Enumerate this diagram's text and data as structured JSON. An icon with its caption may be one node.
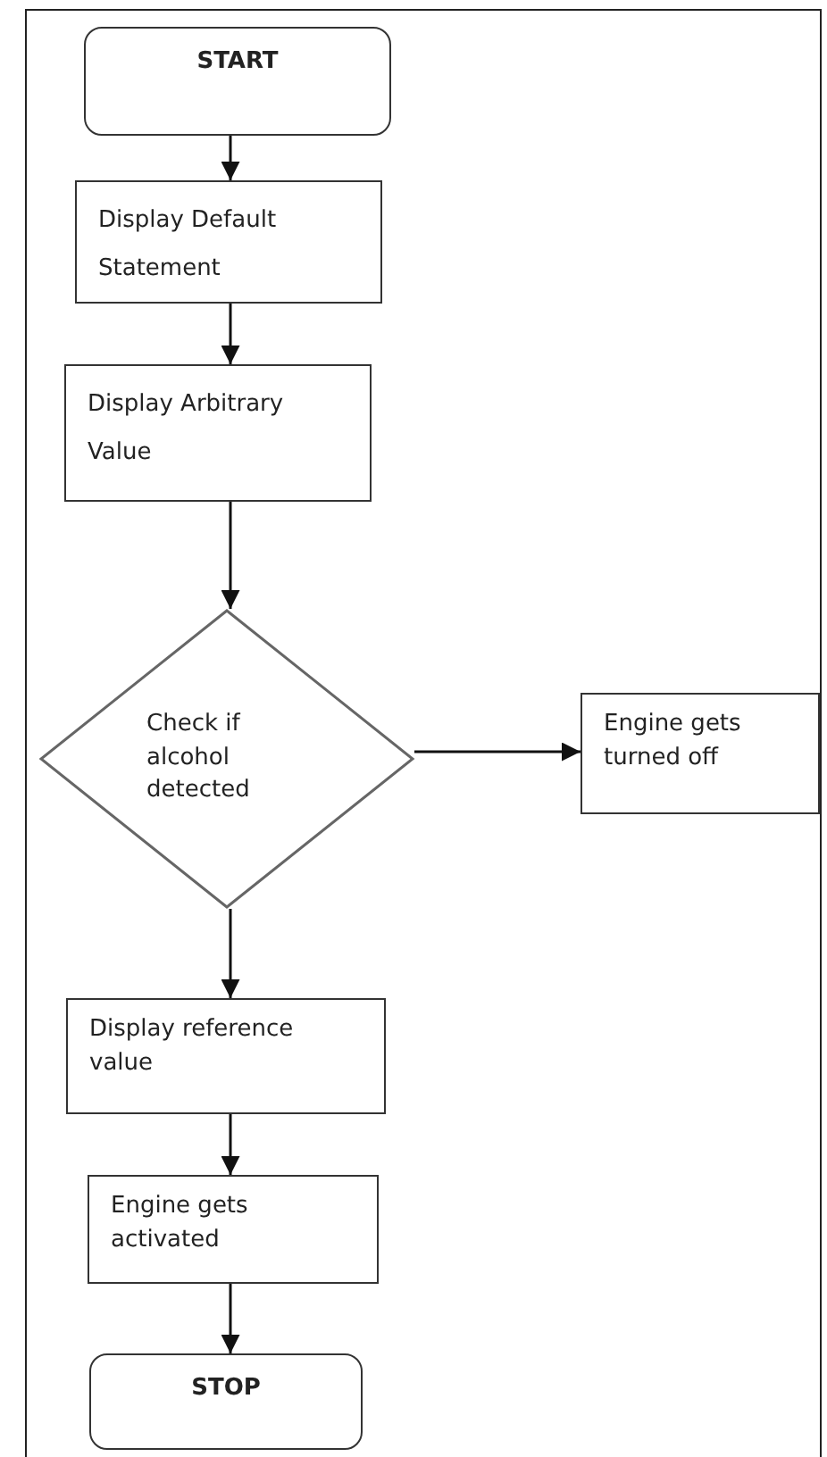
{
  "diagram": {
    "nodes": [
      {
        "text": [
          "START"
        ]
      },
      {
        "text": [
          "Display Default Statement"
        ]
      },
      {
        "text": [
          "Display Arbitrary Value"
        ]
      },
      {
        "text": [
          "Check if alcohol detected"
        ]
      },
      {
        "text": [
          "Engine gets turned off"
        ]
      },
      {
        "text": [
          "Display reference value"
        ]
      },
      {
        "text": [
          "Engine gets activated"
        ]
      },
      {
        "text": [
          "STOP"
        ]
      }
    ],
    "edges": [
      {
        "from": 0,
        "to": 1,
        "arrow": "to"
      },
      {
        "from": 1,
        "to": 2,
        "arrow": "to"
      },
      {
        "from": 2,
        "to": 3,
        "arrow": "to"
      },
      {
        "from": 3,
        "to": 4,
        "arrow": "to"
      },
      {
        "from": 3,
        "to": 5,
        "arrow": "to"
      },
      {
        "from": 5,
        "to": 6,
        "arrow": "to"
      },
      {
        "from": 6,
        "to": 7,
        "arrow": "to"
      }
    ]
  }
}
